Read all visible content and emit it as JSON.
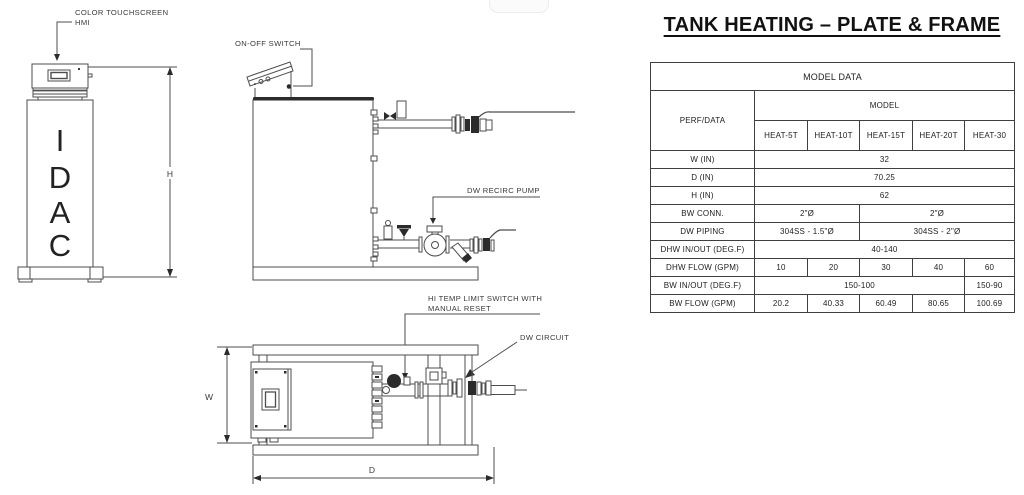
{
  "header": {
    "title": "TANK HEATING – PLATE & FRAME"
  },
  "drawings": {
    "hmi_label_line1": "COLOR TOUCHSCREEN",
    "hmi_label_line2": "HMI",
    "tower_letters": {
      "l1": "I",
      "l2": "D",
      "l3": "A",
      "l4": "C"
    },
    "dim_h": "H",
    "on_off_switch_label": "ON-OFF SWITCH",
    "dw_recirc_pump_label": "DW RECIRC PUMP",
    "hi_temp_label_line1": "HI TEMP LIMIT SWITCH WITH",
    "hi_temp_label_line2": "MANUAL RESET",
    "dw_circuit_label": "DW CIRCUIT",
    "dim_w": "W",
    "dim_d": "D"
  },
  "model_table": {
    "title": "MODEL DATA",
    "perf_data_header": "PERF/DATA",
    "model_header": "MODEL",
    "model_columns": [
      "HEAT-5T",
      "HEAT-10T",
      "HEAT-15T",
      "HEAT-20T",
      "HEAT-30"
    ],
    "rows": [
      {
        "label": "W (IN)",
        "cells": [
          {
            "text": "32",
            "span": 5
          }
        ]
      },
      {
        "label": "D (IN)",
        "cells": [
          {
            "text": "70.25",
            "span": 5
          }
        ]
      },
      {
        "label": "H (IN)",
        "cells": [
          {
            "text": "62",
            "span": 5
          }
        ]
      },
      {
        "label": "BW CONN.",
        "cells": [
          {
            "text": "2\"Ø",
            "span": 2
          },
          {
            "text": "2\"Ø",
            "span": 3
          }
        ]
      },
      {
        "label": "DW PIPING",
        "cells": [
          {
            "text": "304SS - 1.5\"Ø",
            "span": 2
          },
          {
            "text": "304SS - 2\"Ø",
            "span": 3
          }
        ]
      },
      {
        "label": "DHW IN/OUT (DEG.F)",
        "cells": [
          {
            "text": "40-140",
            "span": 5
          }
        ]
      },
      {
        "label": "DHW FLOW (GPM)",
        "cells": [
          {
            "text": "10",
            "span": 1
          },
          {
            "text": "20",
            "span": 1
          },
          {
            "text": "30",
            "span": 1
          },
          {
            "text": "40",
            "span": 1
          },
          {
            "text": "60",
            "span": 1
          }
        ]
      },
      {
        "label": "BW IN/OUT (DEG.F)",
        "cells": [
          {
            "text": "150-100",
            "span": 4
          },
          {
            "text": "150-90",
            "span": 1
          }
        ]
      },
      {
        "label": "BW FLOW (GPM)",
        "cells": [
          {
            "text": "20.2",
            "span": 1
          },
          {
            "text": "40.33",
            "span": 1
          },
          {
            "text": "60.49",
            "span": 1
          },
          {
            "text": "80.65",
            "span": 1
          },
          {
            "text": "100.69",
            "span": 1
          }
        ]
      }
    ]
  },
  "colors": {
    "line": "#4d4d4d",
    "text": "#3a3a3a",
    "table_border": "#3f3f3f",
    "title_text": "#111111"
  }
}
